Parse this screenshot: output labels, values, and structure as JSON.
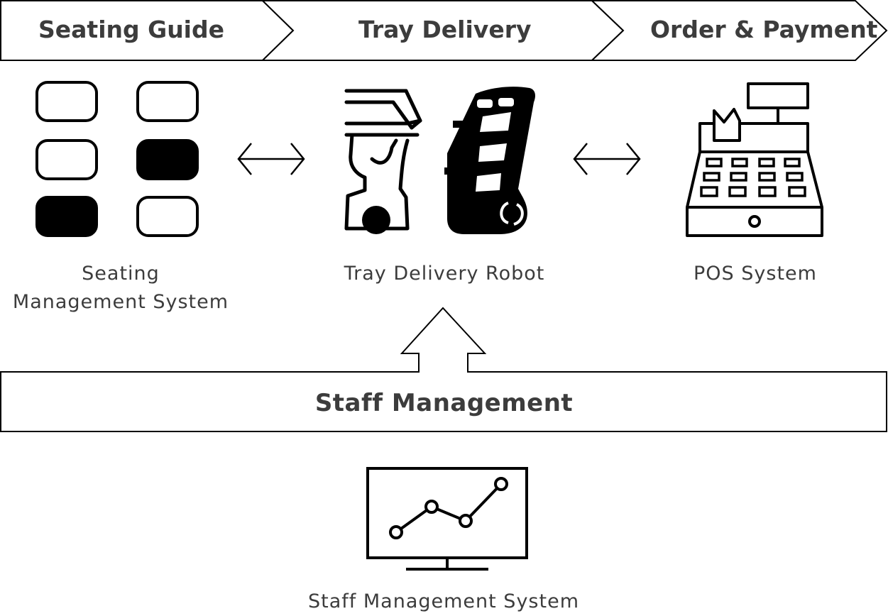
{
  "flow": {
    "steps": [
      {
        "label": "Seating Guide"
      },
      {
        "label": "Tray Delivery"
      },
      {
        "label": "Order & Payment"
      }
    ]
  },
  "systems": {
    "seating": {
      "line1": "Seating",
      "line2": "Management System",
      "icon": "seat-grid-icon"
    },
    "robot": {
      "label": "Tray Delivery Robot",
      "icon": "delivery-robot-icon"
    },
    "pos": {
      "label": "POS System",
      "icon": "cash-register-icon"
    }
  },
  "staff": {
    "bar_label": "Staff Management",
    "system_label": "Staff Management System",
    "icon": "monitor-chart-icon"
  },
  "colors": {
    "stroke": "#000000",
    "text": "#3c3c3c",
    "background": "#ffffff"
  }
}
